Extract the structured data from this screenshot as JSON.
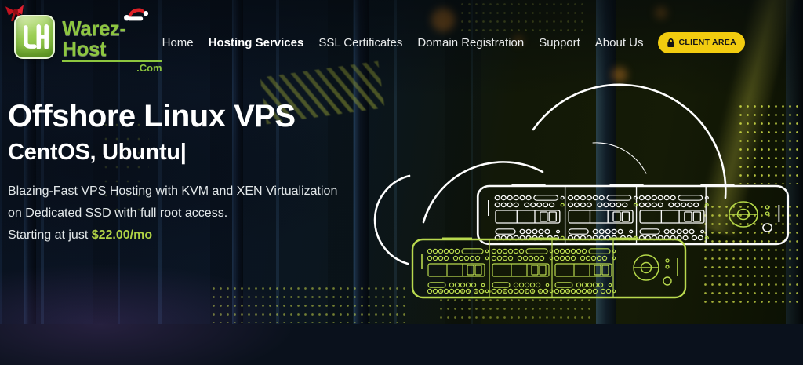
{
  "brand": {
    "name": "Warez-Host",
    "tld": ".Com",
    "monogram": "LH"
  },
  "nav": {
    "items": [
      {
        "label": "Home"
      },
      {
        "label": "Hosting Services"
      },
      {
        "label": "SSL Certificates"
      },
      {
        "label": "Domain Registration"
      },
      {
        "label": "Support"
      },
      {
        "label": "About Us"
      }
    ],
    "active": "Hosting Services"
  },
  "client_area": {
    "label": "CLIENT AREA"
  },
  "hero": {
    "title": "Offshore Linux VPS",
    "typed_text": "CentOS, Ubuntu",
    "typed_cursor": "|",
    "description_line1": "Blazing-Fast VPS Hosting with KVM and XEN Virtualization",
    "description_line2": "on Dedicated SSD with full root access.",
    "price_prefix": "Starting at just",
    "price": "$22.00/mo"
  },
  "colors": {
    "brand_green": "#8dc63f",
    "price_green": "#b0d245",
    "client_area_yellow": "#f2cc0f",
    "server_outline_green": "#b9d94e",
    "server_outline_white": "#fafafa",
    "nav_text": "#e9ebec"
  }
}
